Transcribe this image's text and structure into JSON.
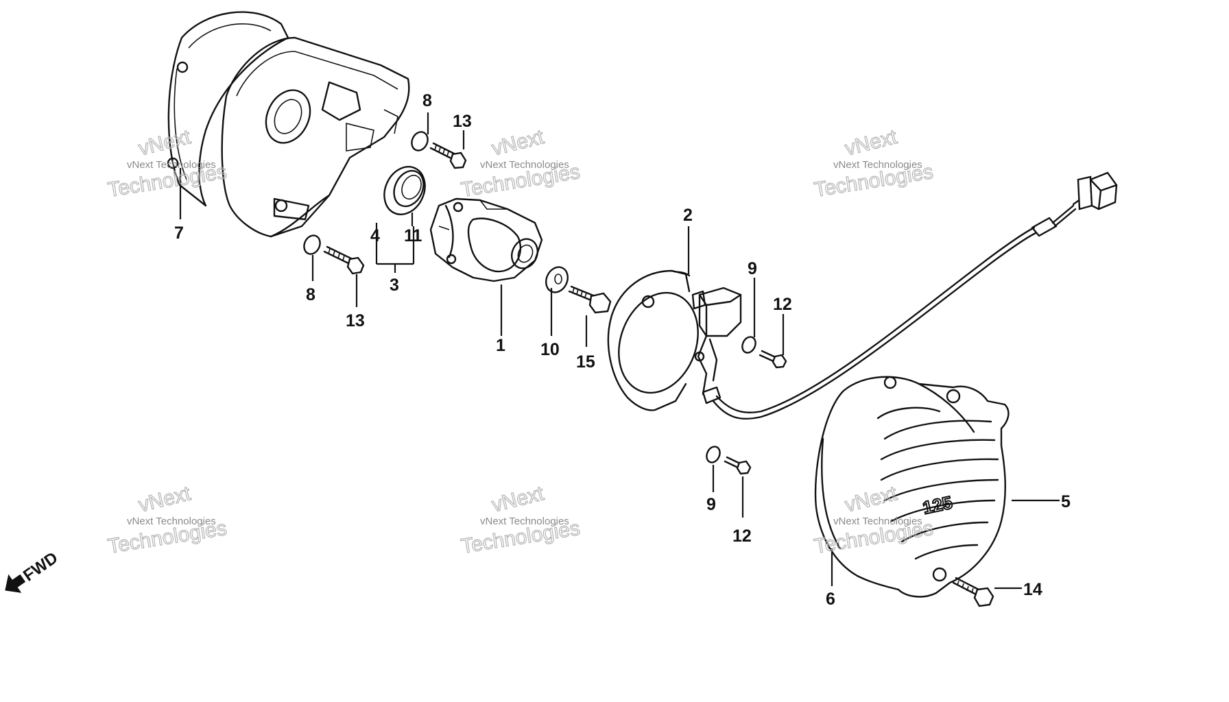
{
  "callouts": {
    "c1": "1",
    "c2": "2",
    "c3": "3",
    "c4": "4",
    "c5": "5",
    "c6": "6",
    "c7": "7",
    "c8a": "8",
    "c8b": "8",
    "c9a": "9",
    "c9b": "9",
    "c10": "10",
    "c11": "11",
    "c12a": "12",
    "c12b": "12",
    "c13a": "13",
    "c13b": "13",
    "c14": "14",
    "c15": "15"
  },
  "direction_label": "FWD",
  "cover_marking": "125",
  "watermark": {
    "line1": "vNext Technologies",
    "line2": "vNext",
    "line3": "Technologies"
  }
}
